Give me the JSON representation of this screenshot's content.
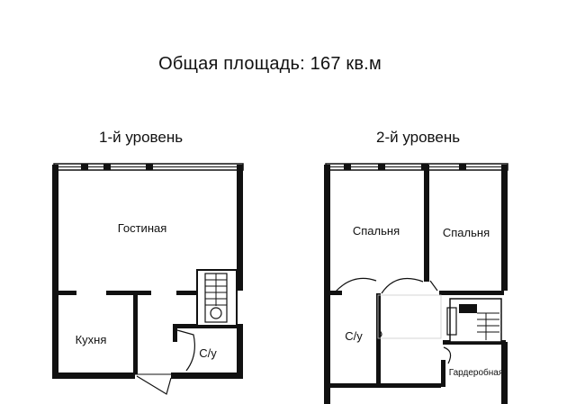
{
  "header": {
    "total_area": "Общая площадь: 167 кв.м"
  },
  "levels": [
    {
      "label": "1-й уровень",
      "rooms": {
        "living": "Гостиная",
        "kitchen": "Кухня",
        "bath": "С/у"
      }
    },
    {
      "label": "2-й уровень",
      "rooms": {
        "bedroom_1": "Спальня",
        "bedroom_2": "Спальня",
        "bath": "С/у",
        "wardrobe": "Гардеробная"
      }
    }
  ],
  "colors": {
    "wall": "#111111",
    "background": "#ffffff"
  }
}
